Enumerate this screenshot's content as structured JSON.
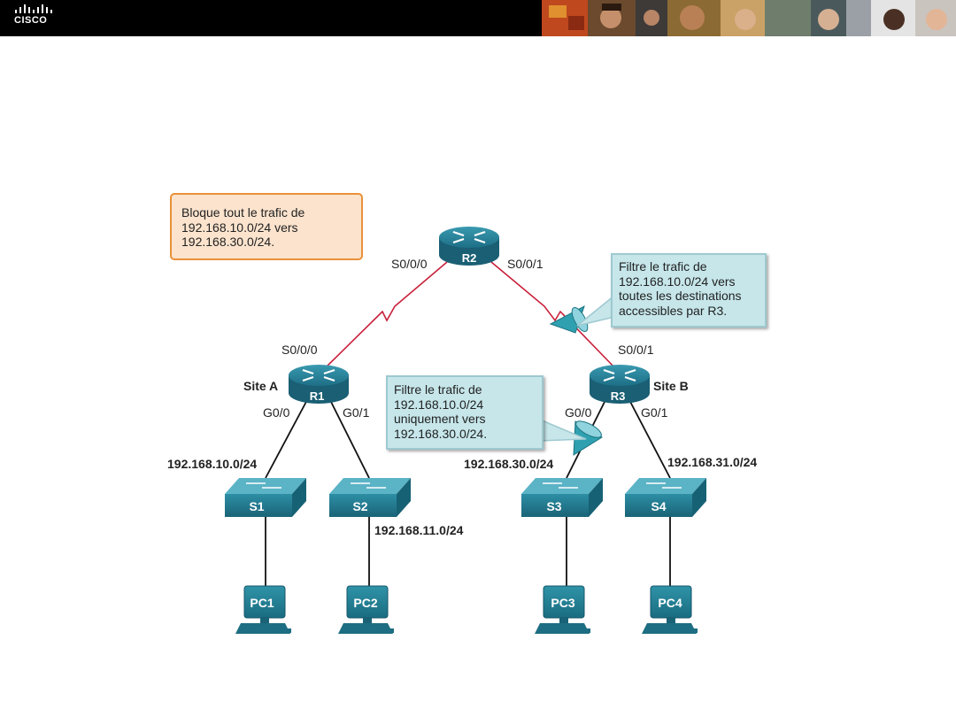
{
  "header": {
    "logo_text": "CISCO"
  },
  "routers": [
    {
      "id": "R2",
      "label": "R2"
    },
    {
      "id": "R1",
      "label": "R1"
    },
    {
      "id": "R3",
      "label": "R3"
    }
  ],
  "switches": [
    {
      "id": "S1",
      "label": "S1"
    },
    {
      "id": "S2",
      "label": "S2"
    },
    {
      "id": "S3",
      "label": "S3"
    },
    {
      "id": "S4",
      "label": "S4"
    }
  ],
  "pcs": [
    {
      "id": "PC1",
      "label": "PC1"
    },
    {
      "id": "PC2",
      "label": "PC2"
    },
    {
      "id": "PC3",
      "label": "PC3"
    },
    {
      "id": "PC4",
      "label": "PC4"
    }
  ],
  "sites": {
    "a": "Site A",
    "b": "Site B"
  },
  "interfaces": {
    "r2_left": "S0/0/0",
    "r2_right": "S0/0/1",
    "r1_serial": "S0/0/0",
    "r3_serial": "S0/0/1",
    "r1_g0": "G0/0",
    "r1_g1": "G0/1",
    "r3_g0": "G0/0",
    "r3_g1": "G0/1"
  },
  "networks": {
    "n10": "192.168.10.0/24",
    "n11": "192.168.11.0/24",
    "n30": "192.168.30.0/24",
    "n31": "192.168.31.0/24"
  },
  "callouts": {
    "a": [
      "Bloque tout le trafic de",
      "192.168.10.0/24 vers",
      "192.168.30.0/24."
    ],
    "b": [
      "Filtre le trafic de",
      "192.168.10.0/24 vers",
      "toutes les destinations",
      "accessibles par R3."
    ],
    "c": [
      "Filtre le trafic de",
      "192.168.10.0/24",
      "uniquement vers",
      "192.168.30.0/24."
    ]
  },
  "colors": {
    "serial_link": "#c8203a",
    "router": "#1d6f86",
    "switch": "#2b8aa0",
    "filter": "#2fa0b0",
    "orange_border": "#e8913a",
    "callout_teal": "#c6e6ea"
  }
}
